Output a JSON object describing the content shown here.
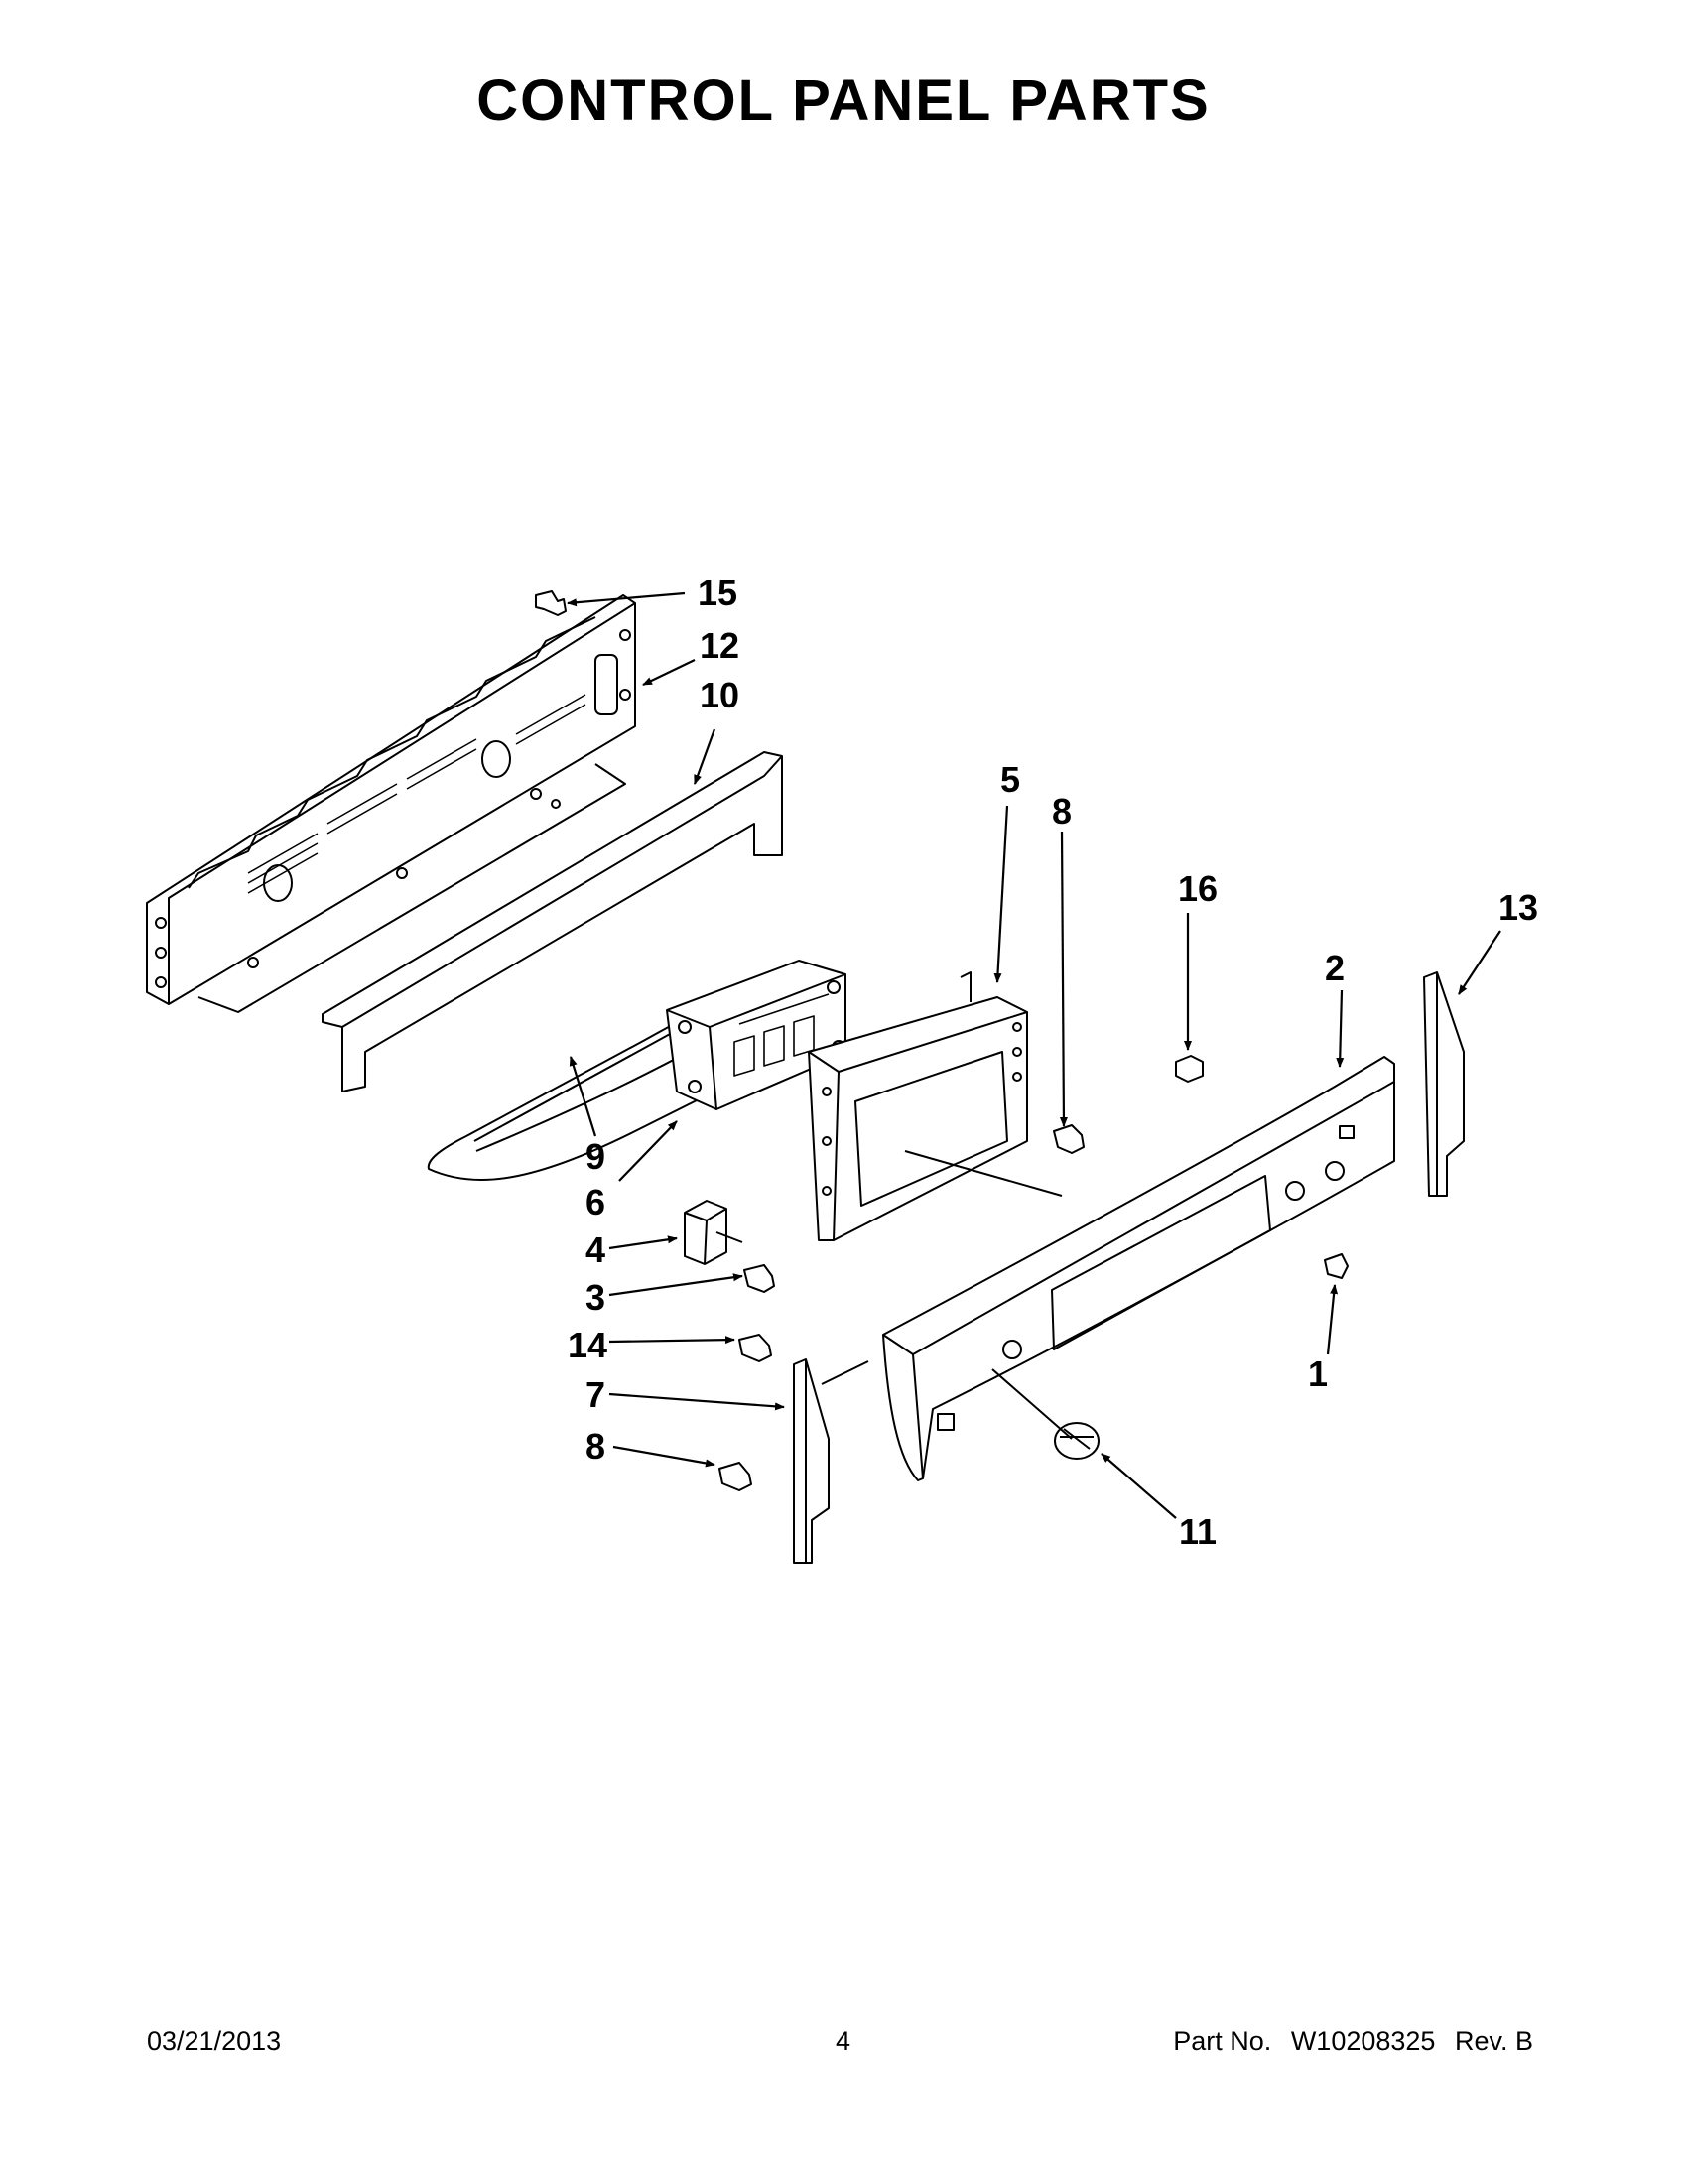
{
  "title": "CONTROL PANEL PARTS",
  "callouts": {
    "c1": "1",
    "c2": "2",
    "c3": "3",
    "c4": "4",
    "c5": "5",
    "c6": "6",
    "c7": "7",
    "c8a": "8",
    "c8b": "8",
    "c9": "9",
    "c10": "10",
    "c11": "11",
    "c12": "12",
    "c13": "13",
    "c14": "14",
    "c15": "15",
    "c16": "16"
  },
  "footer": {
    "date": "03/21/2013",
    "page": "4",
    "part_label": "Part No.",
    "part_number": "W10208325",
    "revision": "Rev. B"
  }
}
